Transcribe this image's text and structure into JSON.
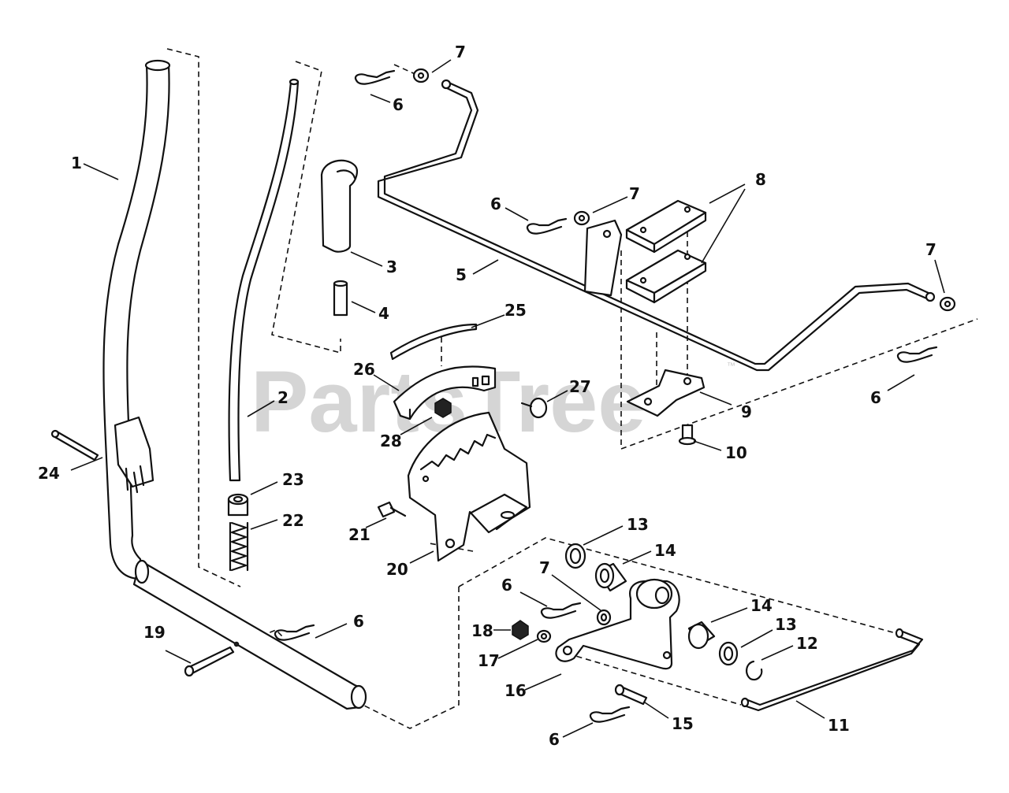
{
  "watermark": {
    "text": "PartsTree",
    "trademark": "™"
  },
  "callouts": {
    "c1": "1",
    "c2": "2",
    "c3": "3",
    "c4": "4",
    "c5": "5",
    "c6a": "6",
    "c6b": "6",
    "c6c": "6",
    "c6d": "6",
    "c6e": "6",
    "c6f": "6",
    "c7a": "7",
    "c7b": "7",
    "c7c": "7",
    "c7d": "7",
    "c8": "8",
    "c9": "9",
    "c10": "10",
    "c11": "11",
    "c12": "12",
    "c13a": "13",
    "c13b": "13",
    "c14a": "14",
    "c14b": "14",
    "c15": "15",
    "c16": "16",
    "c17": "17",
    "c18": "18",
    "c19": "19",
    "c20": "20",
    "c21": "21",
    "c22": "22",
    "c23": "23",
    "c24": "24",
    "c25": "25",
    "c26": "26",
    "c27": "27",
    "c28": "28"
  }
}
